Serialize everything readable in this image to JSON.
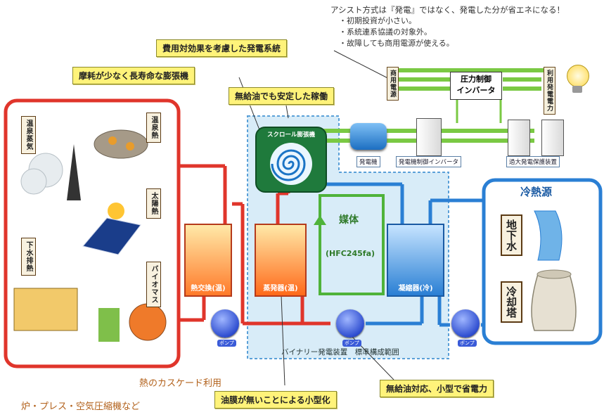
{
  "assist_note": {
    "title": "アシスト方式は『発電』ではなく、発電した分が省エネになる！",
    "points": [
      "・初期投資が小さい。",
      "・系統連系協議の対象外。",
      "・故障しても商用電源が使える。"
    ]
  },
  "callouts": {
    "cost_effective": "費用対効果を考慮した発電系統",
    "expander_life": "摩耗が少なく長寿命な膨張機",
    "oil_free_stable": "無給油でも安定した稼働",
    "compact": "油膜が無いことによる小型化",
    "oil_free_power": "無給油対応、小型で省電力"
  },
  "power": {
    "commercial": "商用電源",
    "inverter_line1": "圧力制御",
    "inverter_line2": "インバータ",
    "power_use": "利用発電電力",
    "generator": "発電機",
    "gen_inverter": "発電機制御インバータ",
    "overvoltage": "過大発電保護装置"
  },
  "expander_label": "スクロール膨張機",
  "medium": {
    "label": "媒体",
    "name": "(HFC245fa)"
  },
  "units": {
    "heat_exchanger": "熱交換(温)",
    "evaporator": "蒸発器(温)",
    "condenser": "凝縮器(冷)"
  },
  "pump_label": "ポンプ",
  "heat_sources": [
    "温泉蒸気",
    "温泉熱",
    "太陽熱",
    "下水排熱",
    "バイオマス"
  ],
  "cooling": {
    "title": "冷熱源",
    "sources": [
      "地下水",
      "冷却塔"
    ]
  },
  "bottom": {
    "cascade": "熱のカスケード利用",
    "furnace": "炉・プレス・空気圧縮機など",
    "binary_scope": "バイナリー発電装置　標準構成範囲"
  },
  "colors": {
    "hot": "#e0352b",
    "cold": "#2a7fd4",
    "green": "#7ac943",
    "callout": "#fff37a"
  }
}
